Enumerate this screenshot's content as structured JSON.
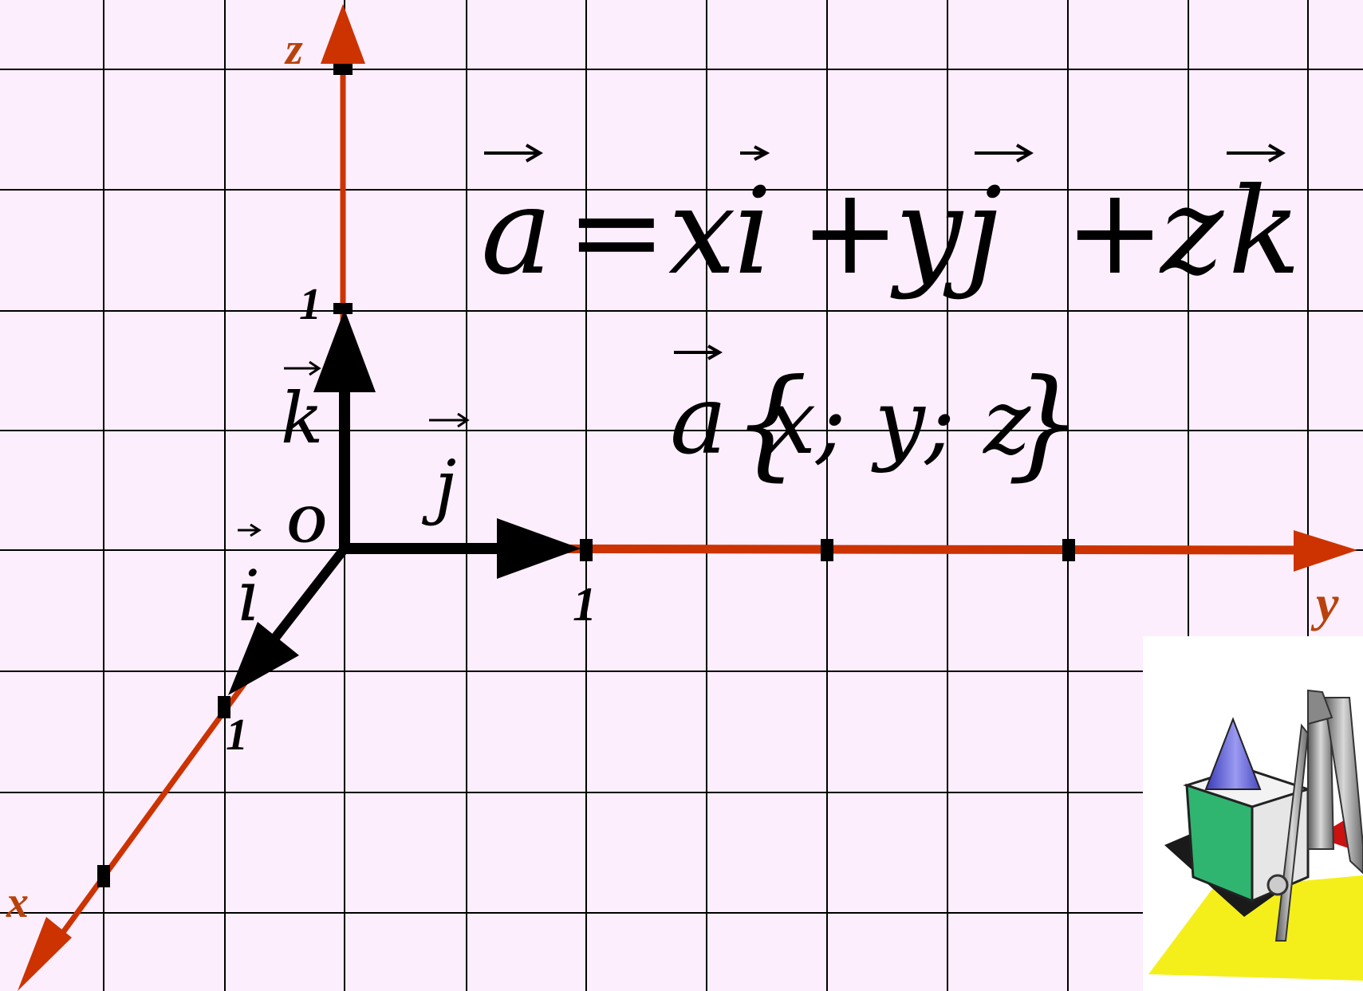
{
  "axes": {
    "x_label": "x",
    "y_label": "y",
    "z_label": "z",
    "origin_label": "O",
    "unit_label": "1"
  },
  "vectors": {
    "i_label": "i",
    "j_label": "j",
    "k_label": "k"
  },
  "formula": {
    "decomposition": {
      "a": "a",
      "equals": "=",
      "x": "x",
      "i": "i",
      "plus1": "+",
      "y": "y",
      "j": "j",
      "plus2": "+",
      "z": "z",
      "k": "k"
    },
    "coordinates": {
      "a": "a",
      "open": "{",
      "content": "x; y; z",
      "close": "}"
    }
  },
  "colors": {
    "background": "#fdeefd",
    "grid": "#000000",
    "axis": "#cc3300",
    "axis_label": "#b8420c",
    "vector": "#000000"
  },
  "clipart": {
    "icon": "geometry-compass-cone-cube-icon"
  }
}
